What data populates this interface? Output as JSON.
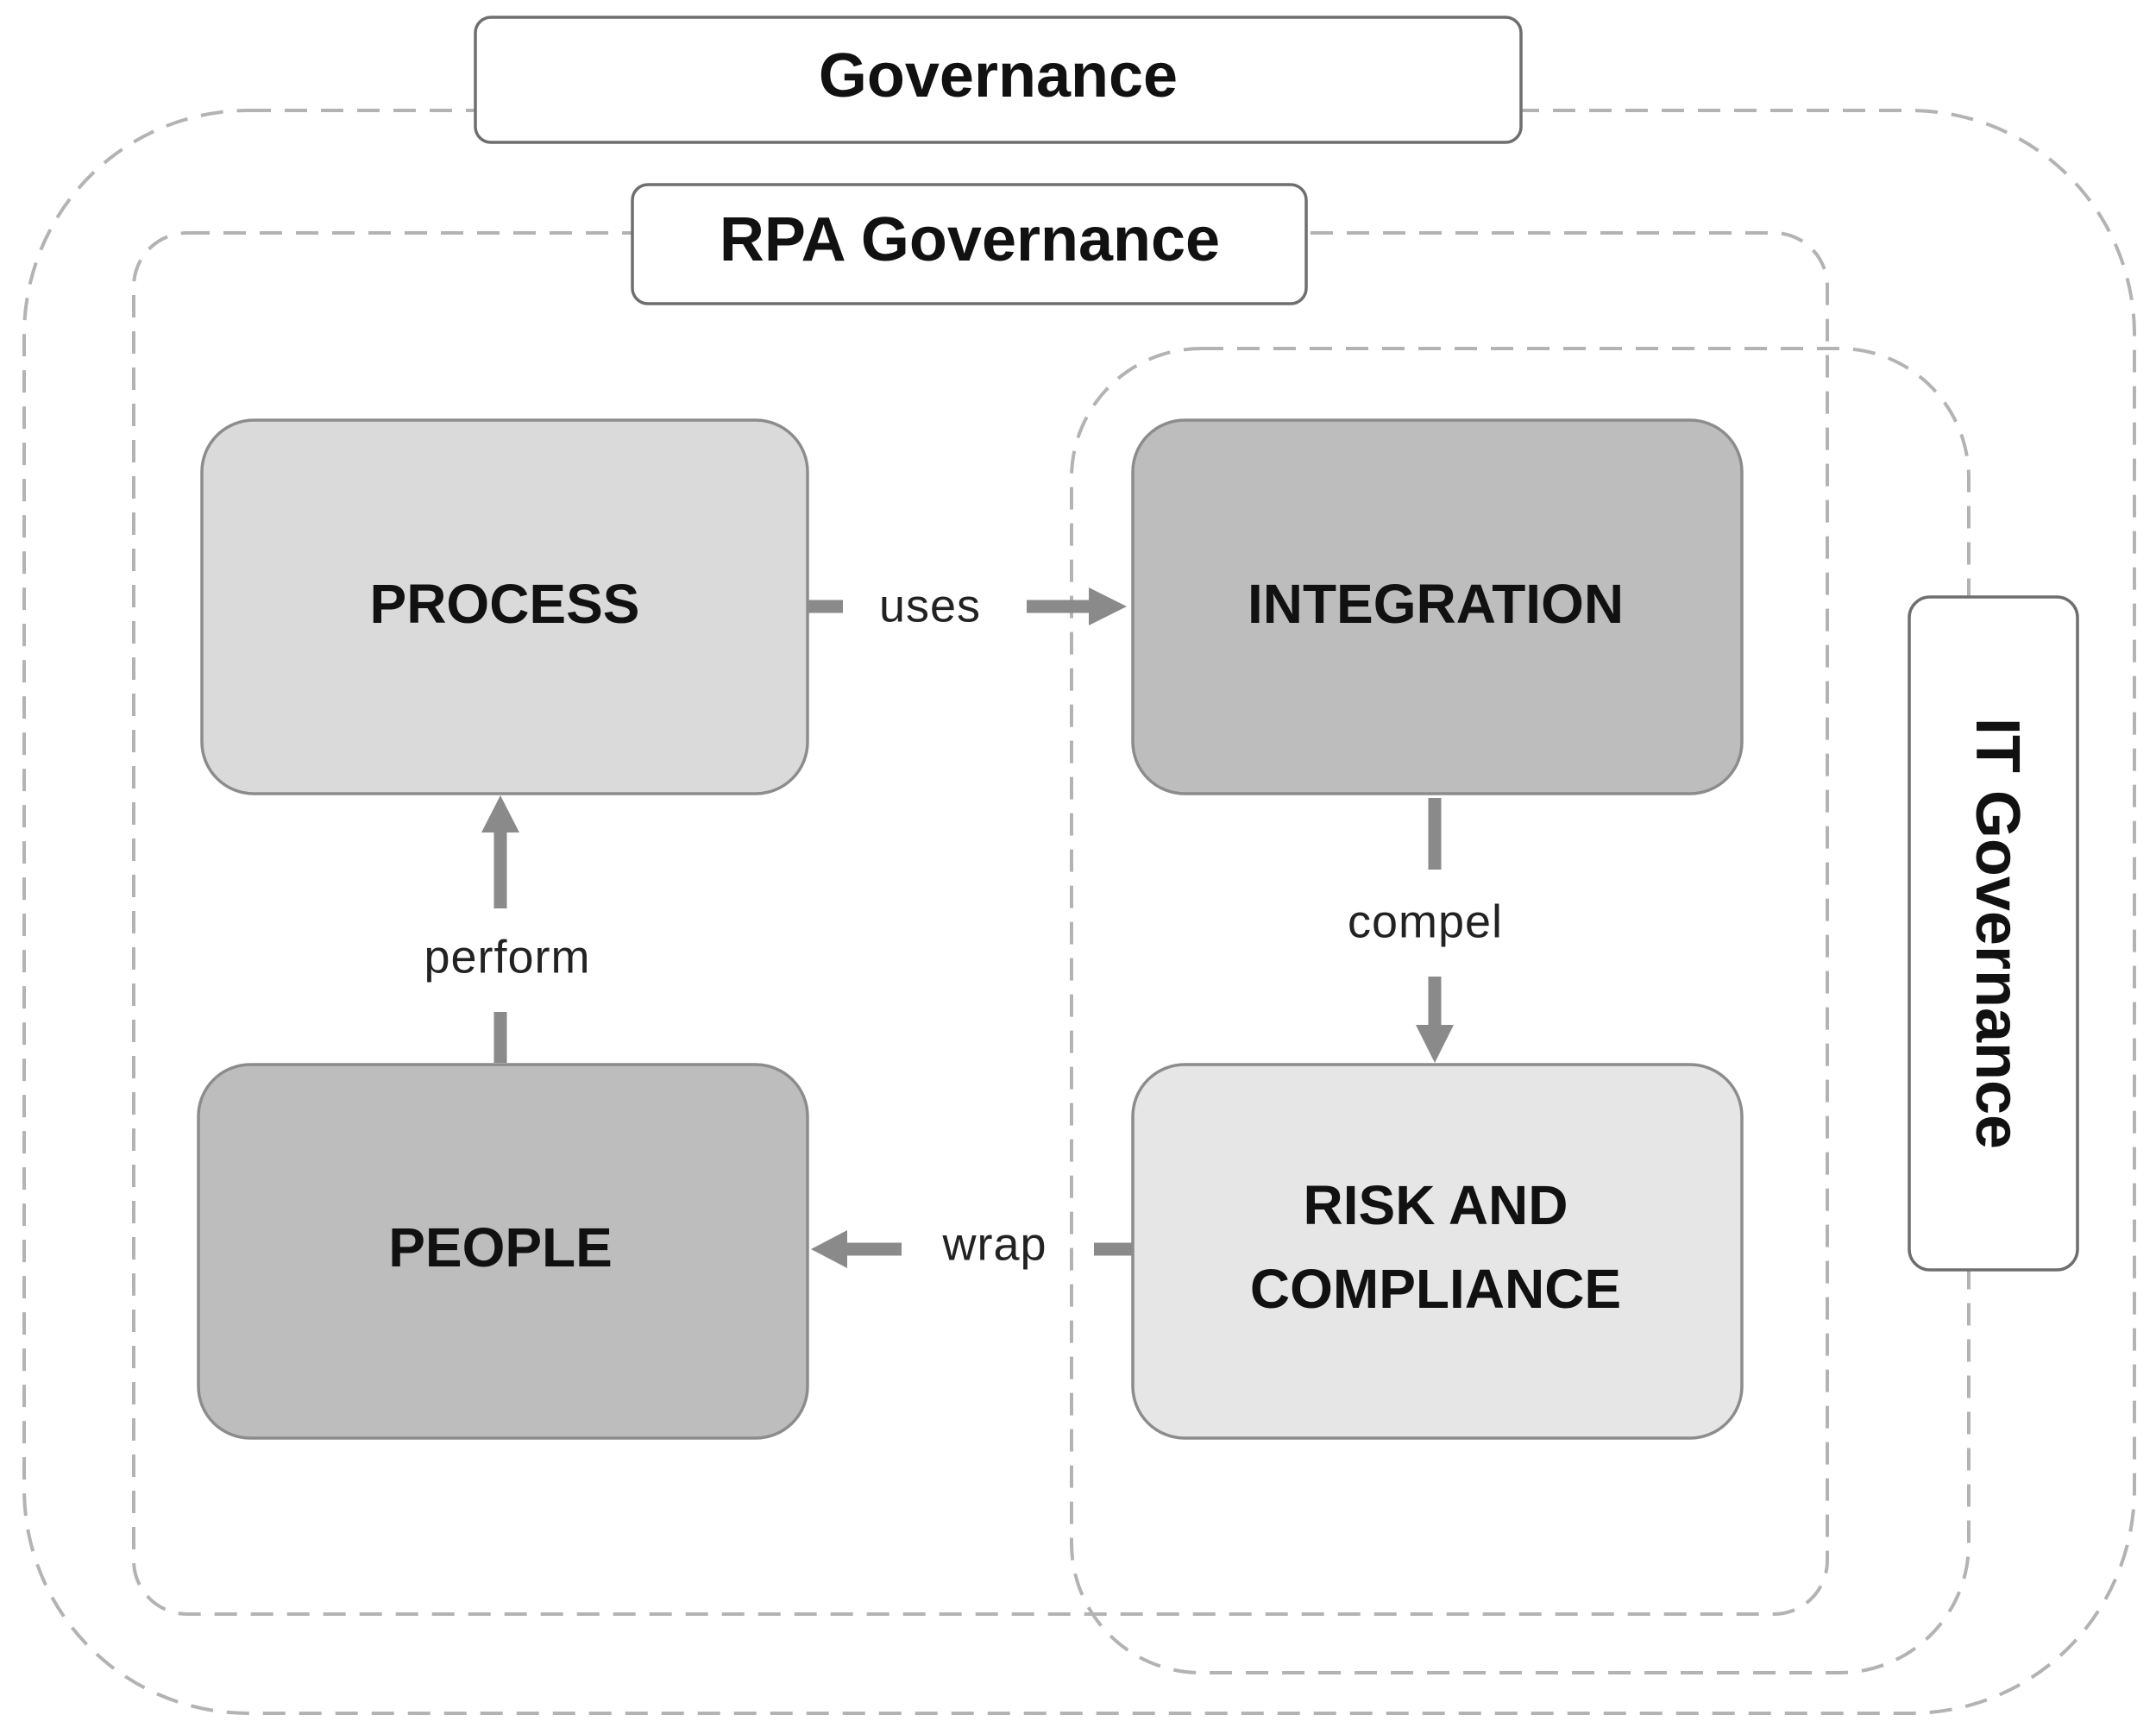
{
  "governance": {
    "label": "Governance"
  },
  "rpa_governance": {
    "label": "RPA Governance"
  },
  "it_governance": {
    "label": "IT Governance"
  },
  "nodes": {
    "process": {
      "label": "PROCESS"
    },
    "integration": {
      "label": "INTEGRATION"
    },
    "people": {
      "label": "PEOPLE"
    },
    "risk": {
      "line1": "RISK AND",
      "line2": "COMPLIANCE"
    }
  },
  "edges": {
    "uses": "uses",
    "compel": "compel",
    "wrap": "wrap",
    "perform": "perform"
  }
}
